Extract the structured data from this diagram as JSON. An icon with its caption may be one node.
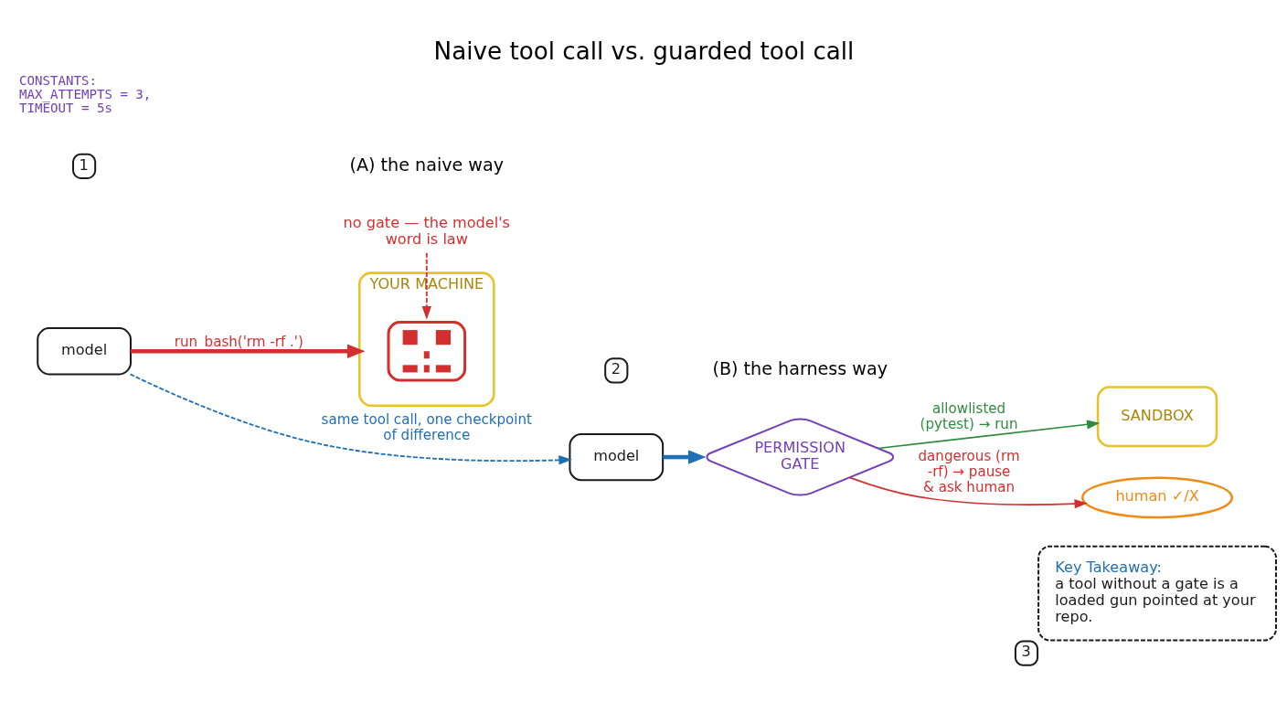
{
  "diagram": {
    "title": "Naive tool call vs. guarded tool call",
    "nodes": [
      {
        "text": [
          "model"
        ]
      },
      {
        "text": [
          "YOUR MACHINE"
        ]
      },
      {
        "text": [],
        "shape": "picture",
        "in": 1
      },
      {
        "text": [
          "no gate — the model's word is law"
        ]
      },
      {
        "text": [
          "model"
        ]
      },
      {
        "text": [
          "PERMISSION GATE"
        ]
      },
      {
        "text": [
          "SANDBOX"
        ]
      },
      {
        "text": [
          "human ✓/X"
        ]
      },
      {
        "text": [
          "Key Takeaway:",
          "a tool without a gate is a loaded gun pointed at your repo."
        ],
        "beside": [
          "3"
        ]
      }
    ],
    "edges": [
      {
        "from": 0,
        "to": 1,
        "arrow": "to",
        "label": "run_bash('rm -rf .')",
        "style": "thick",
        "color": "#d32f2f"
      },
      {
        "from": 3,
        "to": 2,
        "arrow": "to",
        "style": "dashed",
        "color": "#d32f2f"
      },
      {
        "from": 0,
        "to": 4,
        "arrow": "to",
        "label": "same tool call, one checkpoint of difference",
        "style": "dashed",
        "color": "#1f6fb5"
      },
      {
        "from": 4,
        "to": 5,
        "arrow": "to",
        "style": "thick",
        "color": "#1f6fb5"
      },
      {
        "from": 5,
        "to": 6,
        "arrow": "to",
        "label": "allowlisted (pytest) → run",
        "color": "#2e8b3e"
      },
      {
        "from": 5,
        "to": 7,
        "arrow": "to",
        "label": "dangerous (rm -rf) → pause & ask human",
        "color": "#d32f2f"
      }
    ],
    "labels": [
      "CONSTANTS: MAX_ATTEMPTS = 3, TIMEOUT = 5s",
      "1",
      "(A) the naive way",
      "2",
      "(B) the harness way"
    ]
  }
}
